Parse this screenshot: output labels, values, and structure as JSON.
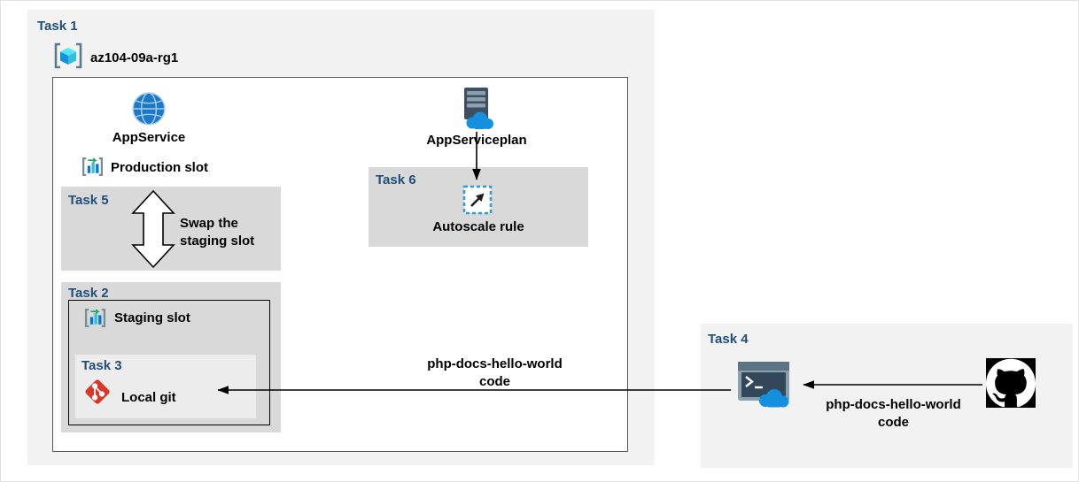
{
  "colors": {
    "task_label": "#1F4E79",
    "outer_box_bg": "#F2F2F2",
    "task_box_bg": "#D9D9D9",
    "task3_box_bg": "#ECECEC",
    "white_box_border": "#595959",
    "arrow": "#000000"
  },
  "task1": {
    "label": "Task 1",
    "resource_group_name": "az104-09a-rg1"
  },
  "app_service": {
    "label": "AppService"
  },
  "app_service_plan": {
    "label": "AppServiceplan"
  },
  "production_slot": {
    "label": "Production slot"
  },
  "task5": {
    "label": "Task 5",
    "note": "Swap the\nstaging slot"
  },
  "task2": {
    "label": "Task 2"
  },
  "staging_slot": {
    "label": "Staging slot"
  },
  "task3": {
    "label": "Task 3",
    "item": "Local git"
  },
  "task6": {
    "label": "Task 6",
    "item": "Autoscale rule"
  },
  "center_note": "php-docs-hello-world\ncode",
  "task4": {
    "label": "Task 4",
    "note": "php-docs-hello-world\ncode"
  },
  "icons": {
    "resource_group": "resource-group-icon",
    "app_service": "app-service-globe-icon",
    "app_service_plan": "app-service-plan-icon",
    "production_slot": "deployment-slot-icon",
    "staging_slot": "deployment-slot-icon",
    "swap": "swap-vertical-arrow-icon",
    "autoscale": "autoscale-rule-icon",
    "local_git": "git-icon",
    "cloud_shell": "cloud-shell-icon",
    "github": "github-icon"
  }
}
